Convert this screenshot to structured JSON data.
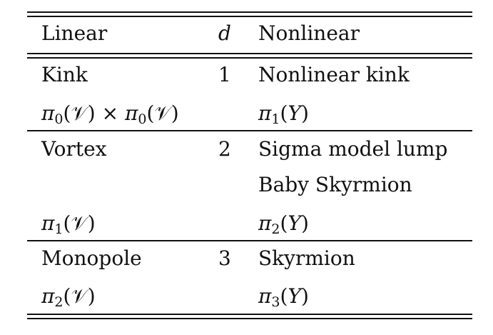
{
  "table": {
    "headers": {
      "linear": "Linear",
      "d": "d",
      "nonlinear": "Nonlinear"
    },
    "rows": [
      {
        "linear": "Kink",
        "d": "1",
        "nonlinear": [
          "Nonlinear kink"
        ],
        "linear_homotopy": "π0(𝒱) × π0(𝒱)",
        "nonlinear_homotopy": "π1(Y)"
      },
      {
        "linear": "Vortex",
        "d": "2",
        "nonlinear": [
          "Sigma model lump",
          "Baby Skyrmion"
        ],
        "linear_homotopy": "π1(𝒱)",
        "nonlinear_homotopy": "π2(Y)"
      },
      {
        "linear": "Monopole",
        "d": "3",
        "nonlinear": [
          "Skyrmion"
        ],
        "linear_homotopy": "π2(𝒱)",
        "nonlinear_homotopy": "π3(Y)"
      }
    ]
  }
}
